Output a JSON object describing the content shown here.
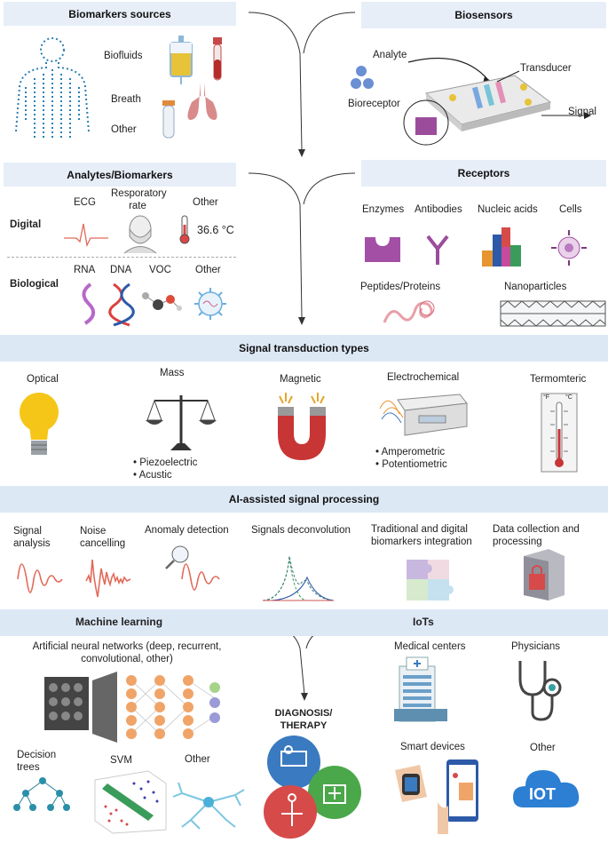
{
  "biomarker_sources": {
    "title": "Biomarkers sources",
    "items": [
      "Biofluids",
      "Breath",
      "Other"
    ]
  },
  "biosensors": {
    "title": "Biosensors",
    "analyte": "Analyte",
    "transducer": "Transducer",
    "bioreceptor": "Bioreceptor",
    "signal": "Signal"
  },
  "analytes": {
    "title": "Analytes/Biomarkers",
    "digital_label": "Digital",
    "biological_label": "Biological",
    "digital_items": [
      "ECG",
      "Resporatory rate",
      "Other"
    ],
    "temperature": "36.6 °C",
    "biological_items": [
      "RNA",
      "DNA",
      "VOC",
      "Other"
    ]
  },
  "receptors": {
    "title": "Receptors",
    "items": [
      "Enzymes",
      "Antibodies",
      "Nucleic acids",
      "Cells",
      "Peptides/Proteins",
      "Nanoparticles"
    ]
  },
  "transduction": {
    "title": "Signal transduction types",
    "items": [
      "Optical",
      "Mass",
      "Magnetic",
      "Electrochemical",
      "Termomteric"
    ],
    "mass_sub": [
      "• Piezoelectric",
      "• Acustic"
    ],
    "electro_sub": [
      "• Amperometric",
      "• Potentiometric"
    ],
    "thermo_units": [
      "°F",
      "°C"
    ]
  },
  "ai": {
    "title": "AI-assisted signal processing",
    "items": [
      "Signal analysis",
      "Noise cancelling",
      "Anomaly detection",
      "Signals deconvolution",
      "Traditional and digital biomarkers integration",
      "Data collection and processing"
    ]
  },
  "ml": {
    "title": "Machine learning",
    "ann": "Artificial neural networks (deep, recurrent, convolutional, other)",
    "items": [
      "Decision trees",
      "SVM",
      "Other"
    ]
  },
  "diagnosis": "DIAGNOSIS/ THERAPY",
  "iot": {
    "title": "IoTs",
    "items": [
      "Medical centers",
      "Physicians",
      "Smart devices",
      "Other"
    ],
    "logo": "IOT"
  }
}
